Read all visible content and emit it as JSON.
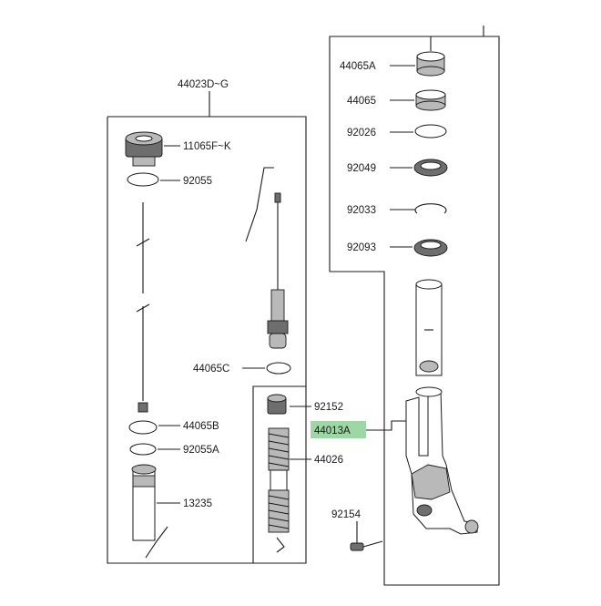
{
  "colors": {
    "highlight": "#9fd6a6",
    "line": "#1a1a1a",
    "background": "#ffffff"
  },
  "left_group": {
    "title": "44023D~G",
    "labels": {
      "p11065": "11065F~K",
      "p92055": "92055",
      "p44065b": "44065B",
      "p92055a": "92055A",
      "p13235": "13235"
    }
  },
  "middle_group": {
    "labels": {
      "p44065c": "44065C",
      "p92152": "92152",
      "p44026": "44026",
      "p44013a": "44013A",
      "p92154": "92154"
    }
  },
  "right_group": {
    "labels": {
      "p44065a": "44065A",
      "p44065": "44065",
      "p92026": "92026",
      "p92049": "92049",
      "p92033": "92033",
      "p92093": "92093"
    }
  },
  "highlighted_part": "44013A"
}
